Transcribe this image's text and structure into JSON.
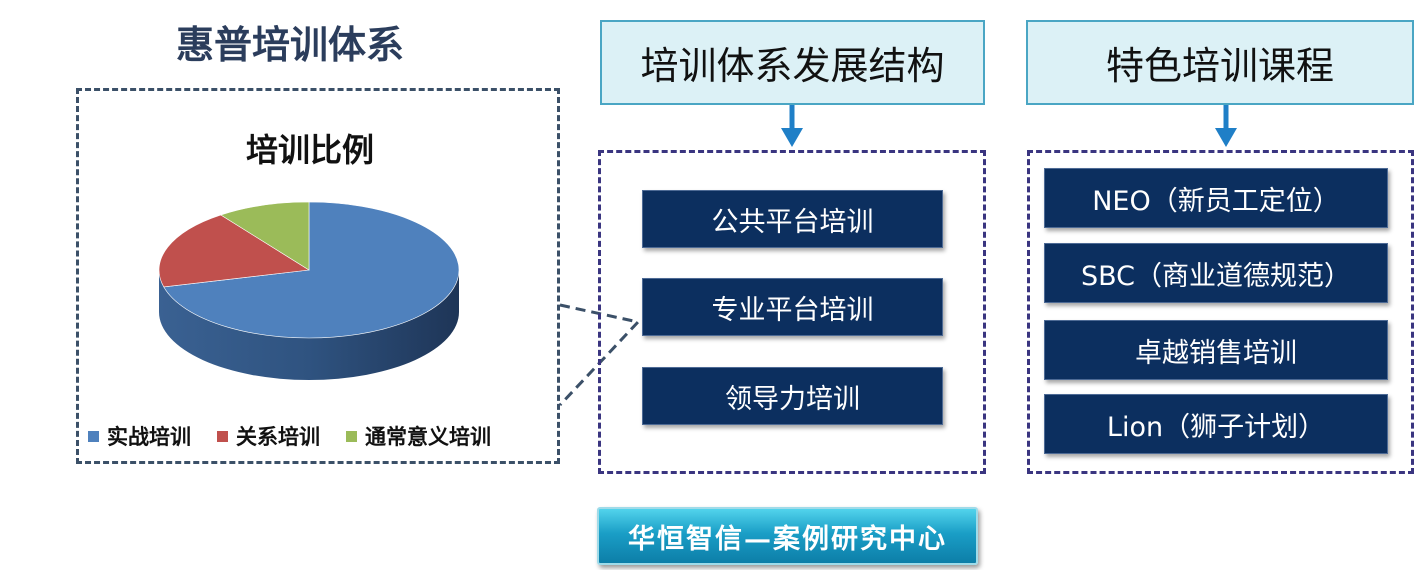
{
  "page": {
    "title": "惠普培训体系",
    "footer": "华恒智信—案例研究中心"
  },
  "chart_data": {
    "type": "pie",
    "title": "培训比例",
    "categories": [
      "实战培训",
      "关系培训",
      "通常意义培训"
    ],
    "values": [
      71,
      19,
      10
    ],
    "colors": [
      "#4f81bd",
      "#c0504d",
      "#9bbb59"
    ],
    "legend_position": "bottom",
    "style": "3d"
  },
  "structure": {
    "header": "培训体系发展结构",
    "items": [
      "公共平台培训",
      "专业平台培训",
      "领导力培训"
    ]
  },
  "courses": {
    "header": "特色培训课程",
    "items": [
      "NEO（新员工定位）",
      "SBC（商业道德规范）",
      "卓越销售培训",
      "Lion（狮子计划）"
    ]
  }
}
